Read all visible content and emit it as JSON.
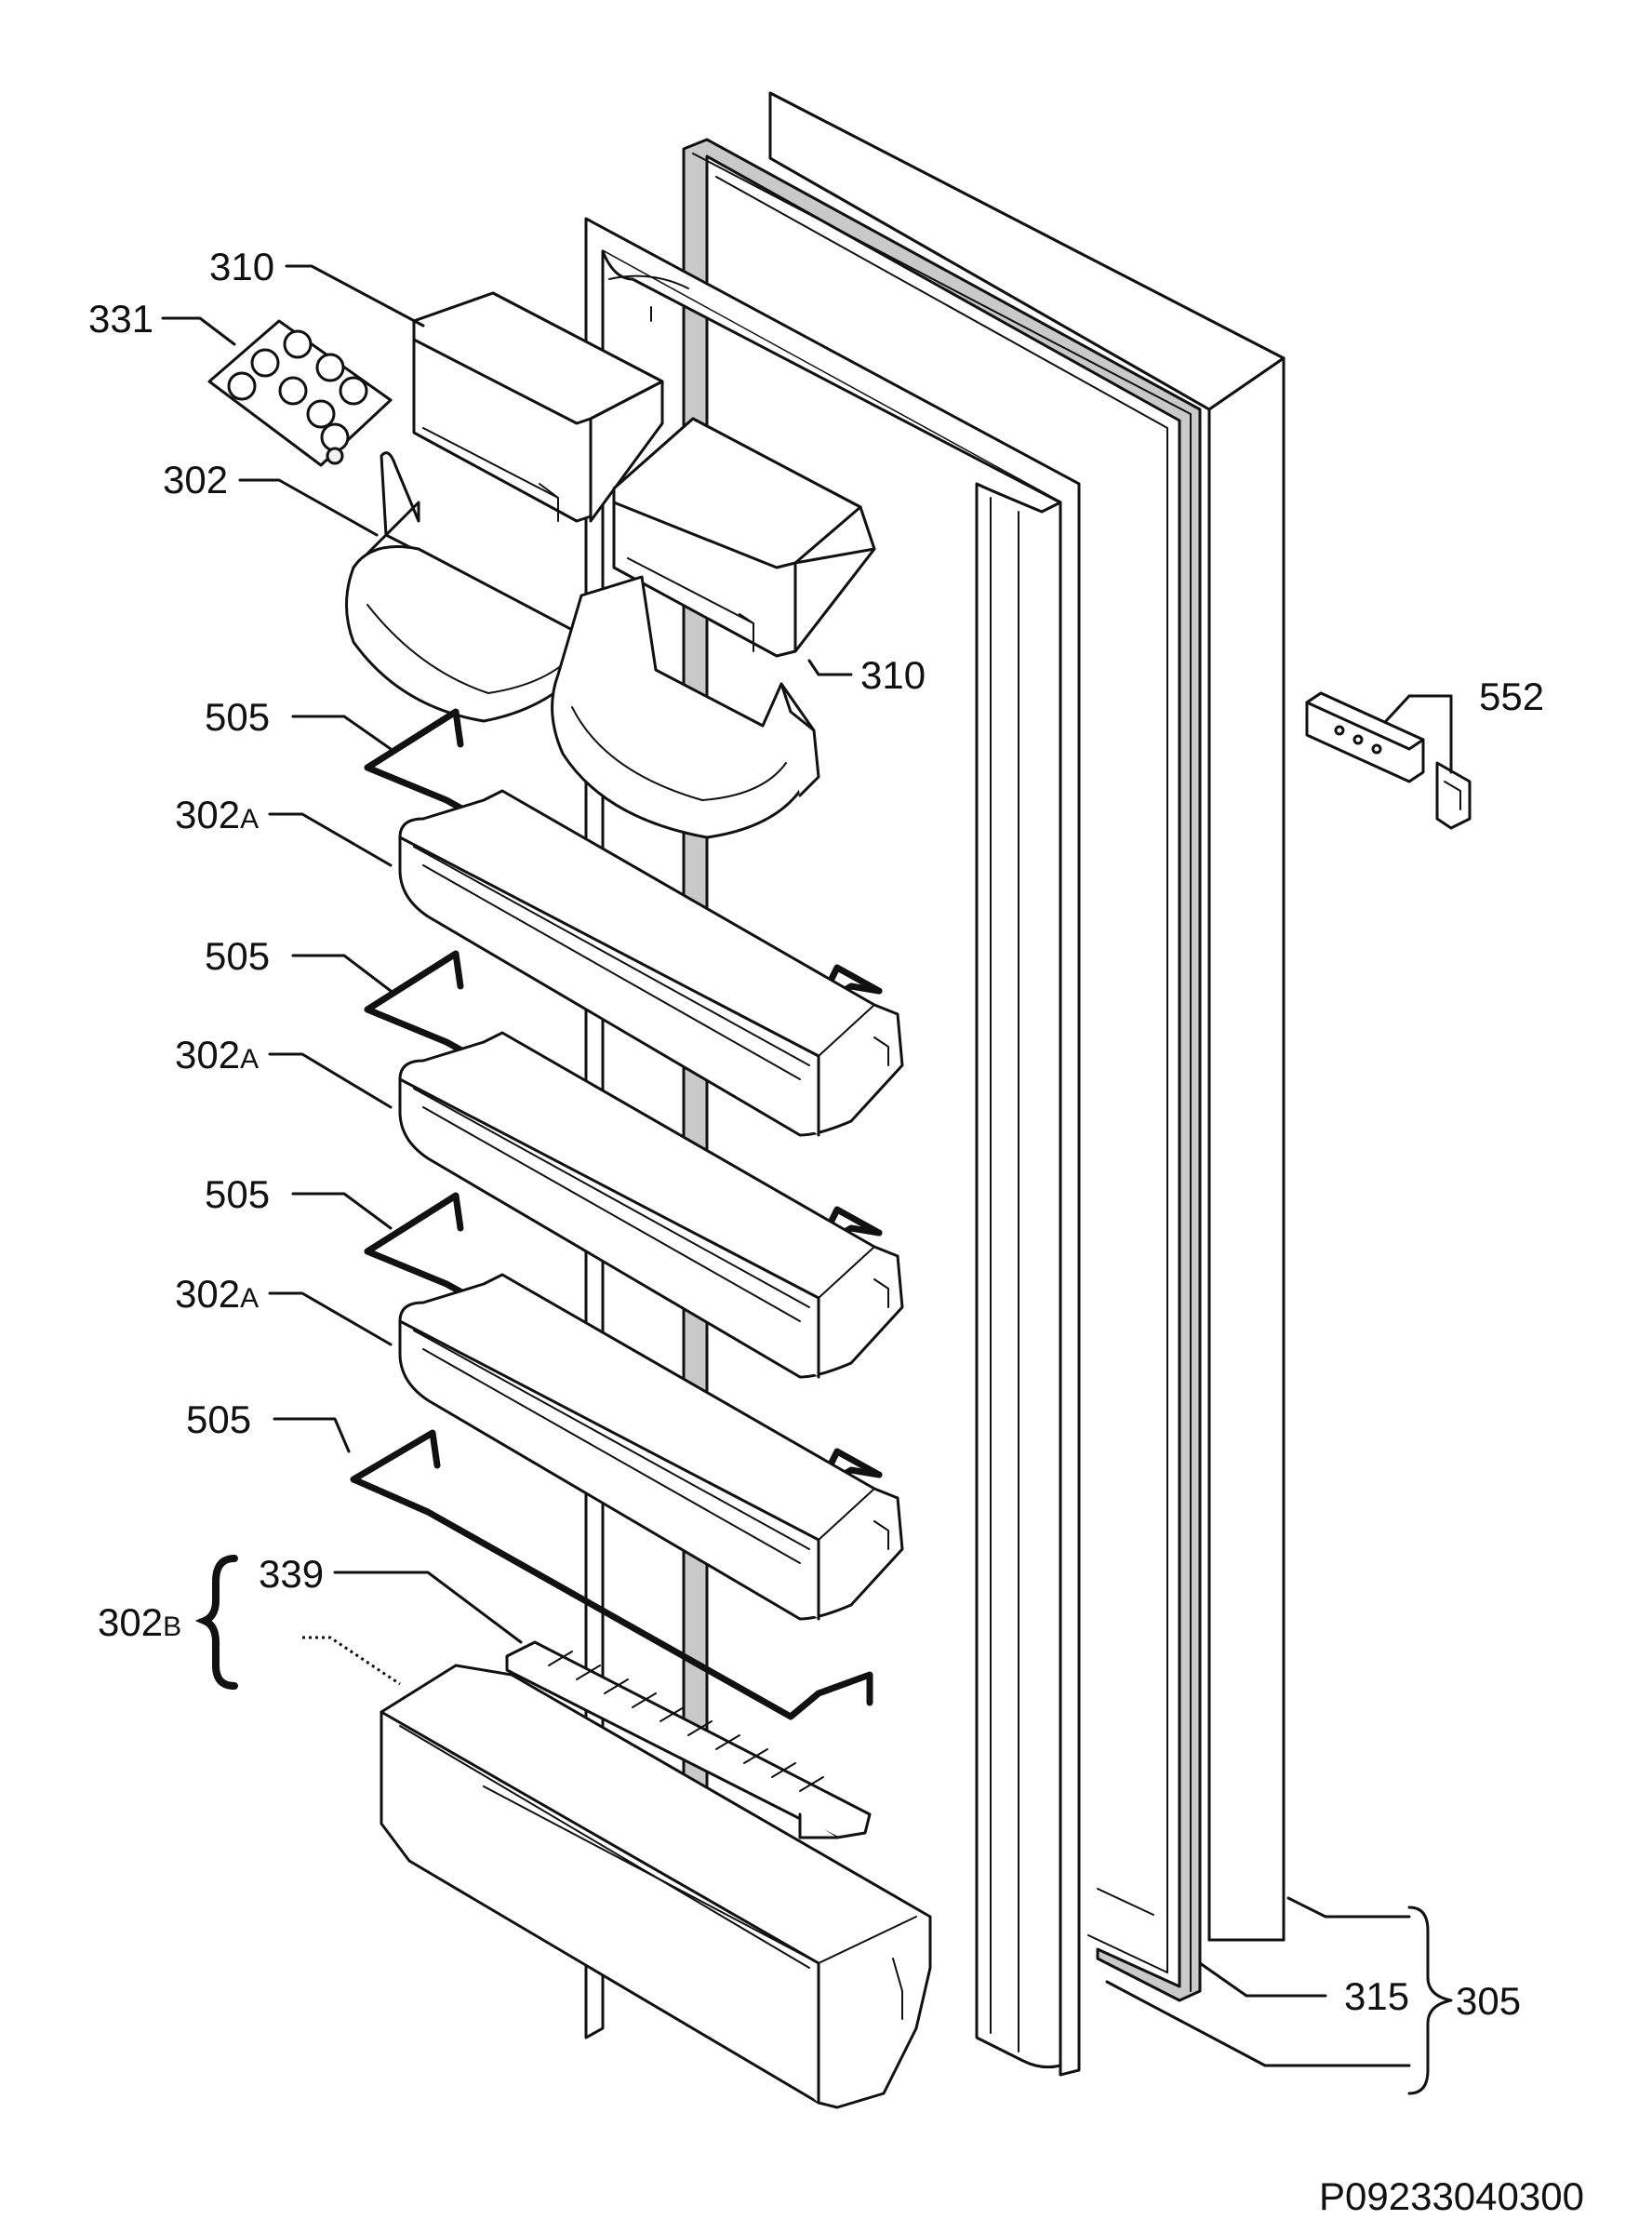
{
  "diagram": {
    "drawing_code": "P09233040300",
    "labels": {
      "l310a": "310",
      "l331": "331",
      "l302": "302",
      "l310b": "310",
      "l505a": "505",
      "l302Aa_num": "302",
      "l302Aa_suf": "A",
      "l505b": "505",
      "l302Ab_num": "302",
      "l302Ab_suf": "A",
      "l505c": "505",
      "l302Ac_num": "302",
      "l302Ac_suf": "A",
      "l505d": "505",
      "l302B_num": "302",
      "l302B_suf": "B",
      "l339": "339",
      "l552": "552",
      "l315": "315",
      "l305": "305"
    }
  }
}
